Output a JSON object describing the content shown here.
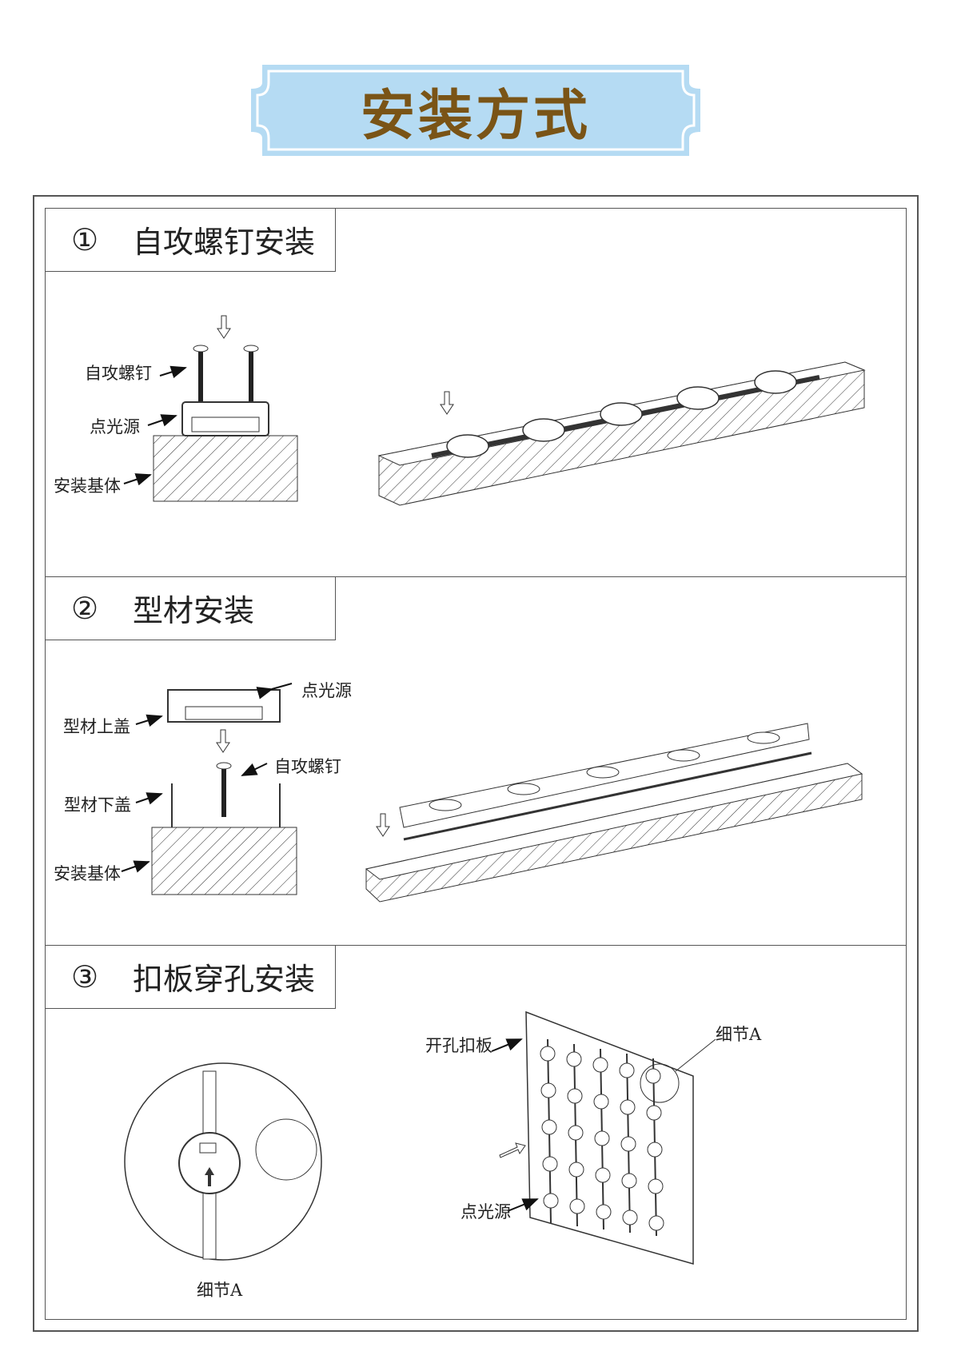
{
  "banner": {
    "title": "安装方式",
    "bg_color": "#b5dbf3",
    "text_color": "#7a5416"
  },
  "sections": [
    {
      "number": "①",
      "title": "自攻螺钉安装",
      "labels": {
        "screw": "自攻螺钉",
        "light": "点光源",
        "base": "安装基体"
      }
    },
    {
      "number": "②",
      "title": "型材安装",
      "labels": {
        "light": "点光源",
        "top_cover": "型材上盖",
        "screw": "自攻螺钉",
        "bottom_cover": "型材下盖",
        "base": "安装基体"
      }
    },
    {
      "number": "③",
      "title": "扣板穿孔安装",
      "labels": {
        "detail_circle": "细节A",
        "panel": "开孔扣板",
        "detail_callout": "细节A",
        "light": "点光源"
      }
    }
  ]
}
